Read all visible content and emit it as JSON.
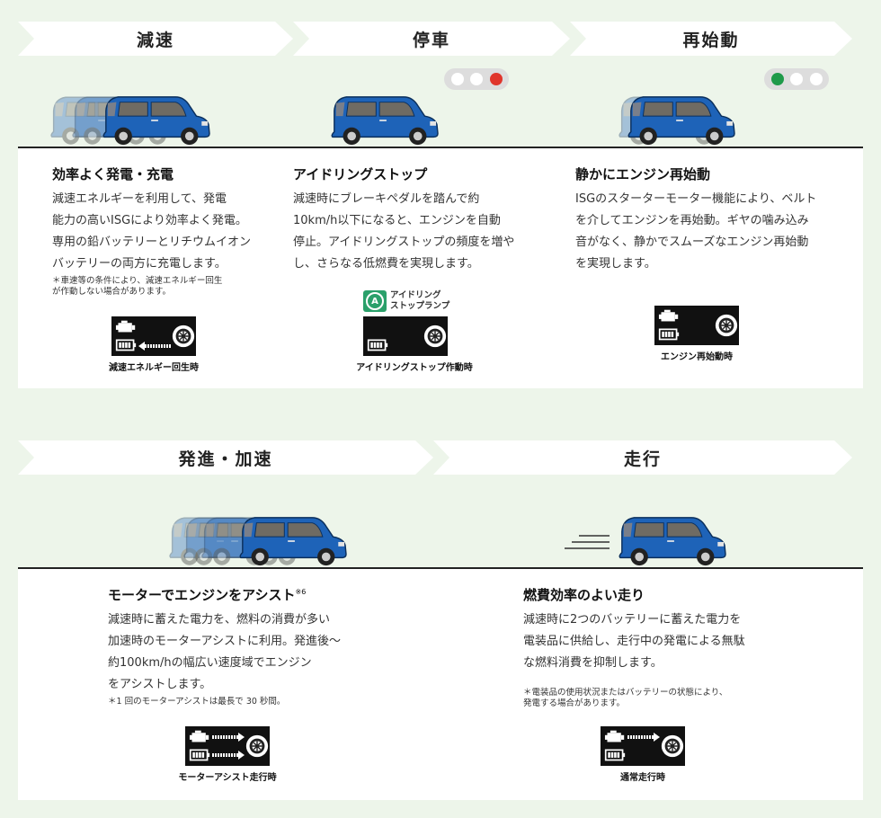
{
  "stages": {
    "deceleration": "減速",
    "stop": "停車",
    "restart": "再始動",
    "start_accel": "発進・加速",
    "cruising": "走行"
  },
  "sections": {
    "deceleration": {
      "heading": "効率よく発電・充電",
      "lines": [
        "減速エネルギーを利用して、発電",
        "能力の高いISGにより効率よく発電。",
        "専用の鉛バッテリーとリチウムイオン",
        "バッテリーの両方に充電します。"
      ],
      "note": [
        "＊車速等の条件により、減速エネルギー回生",
        "が作動しない場合があります。"
      ],
      "diagram_caption": "減速エネルギー回生時"
    },
    "stop": {
      "heading": "アイドリングストップ",
      "lines": [
        "減速時にブレーキペダルを踏んで約",
        "10km/h以下になると、エンジンを自動",
        "停止。アイドリングストップの頻度を増や",
        "し、さらなる低燃費を実現します。"
      ],
      "lamp_label": [
        "アイドリング",
        "ストップランプ"
      ],
      "lamp_glyph": "A",
      "diagram_caption": "アイドリングストップ作動時"
    },
    "restart": {
      "heading": "静かにエンジン再始動",
      "lines": [
        "ISGのスターターモーター機能により、ベルト",
        "を介してエンジンを再始動。ギヤの噛み込み",
        "音がなく、静かでスムーズなエンジン再始動",
        "を実現します。"
      ],
      "diagram_caption": "エンジン再始動時"
    },
    "start_accel": {
      "heading": "モーターでエンジンをアシスト",
      "heading_sup": "※6",
      "lines": [
        "減速時に蓄えた電力を、燃料の消費が多い",
        "加速時のモーターアシストに利用。発進後～",
        "約100km/hの幅広い速度域でエンジン",
        "をアシストします。"
      ],
      "note": [
        "＊1 回のモーターアシストは最長で 30 秒間。"
      ],
      "diagram_caption": "モーターアシスト走行時"
    },
    "cruising": {
      "heading": "燃費効率のよい走り",
      "lines": [
        "減速時に2つのバッテリーに蓄えた電力を",
        "電装品に供給し、走行中の発電による無駄",
        "な燃料消費を抑制します。"
      ],
      "note": [
        "＊電装品の使用状況またはバッテリーの状態により、",
        "発電する場合があります。"
      ],
      "diagram_caption": "通常走行時"
    }
  },
  "signals": {
    "stop": "red",
    "restart": "green"
  },
  "colors": {
    "background": "#edf5ea",
    "car": "#1e63b8",
    "lamp": "#2aa06a",
    "signal_red": "#e0352b",
    "signal_green": "#1f9a4a"
  },
  "icons": [
    "car-icon",
    "engine-icon",
    "battery-icon",
    "wheel-icon",
    "traffic-signal-icon",
    "idling-stop-lamp-icon",
    "speed-lines-icon"
  ]
}
